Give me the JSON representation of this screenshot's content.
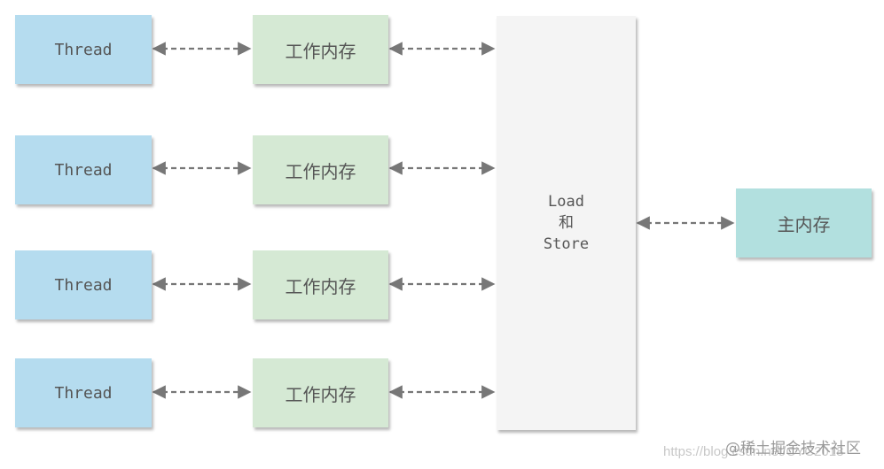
{
  "rows": [
    {
      "thread": "Thread",
      "work_memory": "工作内存"
    },
    {
      "thread": "Thread",
      "work_memory": "工作内存"
    },
    {
      "thread": "Thread",
      "work_memory": "工作内存"
    },
    {
      "thread": "Thread",
      "work_memory": "工作内存"
    }
  ],
  "hub": {
    "line1": "Load",
    "line2": "和",
    "line3": "Store"
  },
  "main_memory": "主内存",
  "watermark": {
    "url": "https://blog.csdn.net/CYC2018",
    "site": "@稀土掘金技术社区"
  },
  "colors": {
    "thread": "#b5dcef",
    "work_memory": "#d5e9d4",
    "hub": "#f4f4f4",
    "main_memory": "#b2e0df",
    "arrow": "#777777"
  }
}
